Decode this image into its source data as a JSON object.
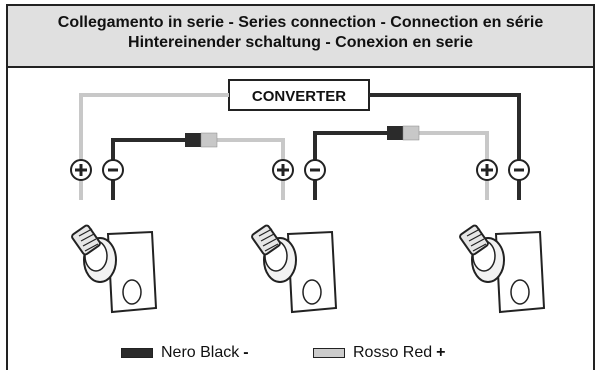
{
  "header": {
    "line1": "Collegamento in serie - Series connection - Connection en série",
    "line2": "Hintereinender schaltung - Conexion en serie"
  },
  "converter_label": "CONVERTER",
  "terminals": {
    "plus": "+",
    "minus": "-"
  },
  "legend": {
    "black": {
      "label": "Nero Black",
      "sign": "-",
      "color": "#2b2b2b"
    },
    "red": {
      "label": "Rosso Red",
      "sign": "+",
      "color": "#cccccc"
    }
  }
}
